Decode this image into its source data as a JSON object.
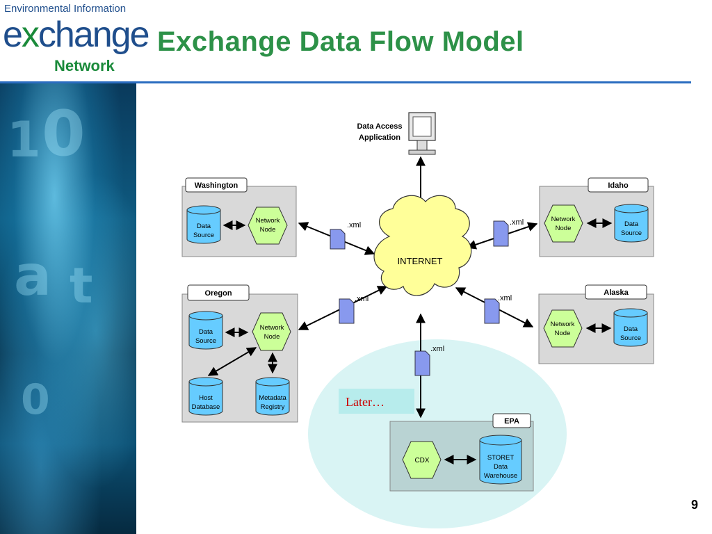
{
  "logo": {
    "top_text": "Environmental Information",
    "main_pre": "e",
    "main_x": "x",
    "main_post": "change",
    "sub_text": "Network"
  },
  "title": "Exchange Data Flow Model",
  "page_number": "9",
  "diagram": {
    "data_access_application": {
      "line1": "Data Access",
      "line2": "Application"
    },
    "internet": "INTERNET",
    "xml_label": ".xml",
    "later": "Later…",
    "washington": {
      "name": "Washington",
      "data_source": [
        "Data",
        "Source"
      ],
      "network_node": [
        "Network",
        "Node"
      ]
    },
    "idaho": {
      "name": "Idaho",
      "data_source": [
        "Data",
        "Source"
      ],
      "network_node": [
        "Network",
        "Node"
      ]
    },
    "oregon": {
      "name": "Oregon",
      "data_source": [
        "Data",
        "Source"
      ],
      "network_node": [
        "Network",
        "Node"
      ],
      "host_database": [
        "Host",
        "Database"
      ],
      "metadata_registry": [
        "Metadata",
        "Registry"
      ]
    },
    "alaska": {
      "name": "Alaska",
      "data_source": [
        "Data",
        "Source"
      ],
      "network_node": [
        "Network",
        "Node"
      ]
    },
    "epa": {
      "name": "EPA",
      "cdx": "CDX",
      "storet": [
        "STORET",
        "Data",
        "Warehouse"
      ]
    }
  },
  "colors": {
    "title_green": "#2d9148",
    "rule_blue": "#2a6cc0",
    "node_green": "#ccff99",
    "cylinder_blue": "#66ccff",
    "cloud_yellow": "#ffff99",
    "doc_blue": "#8899ee",
    "epa_oval": "#d9f4f4",
    "later_red": "#cc0000"
  },
  "icons": [
    "computer-monitor-icon",
    "document-icon",
    "cloud-icon",
    "cylinder-icon",
    "hexagon-icon"
  ]
}
